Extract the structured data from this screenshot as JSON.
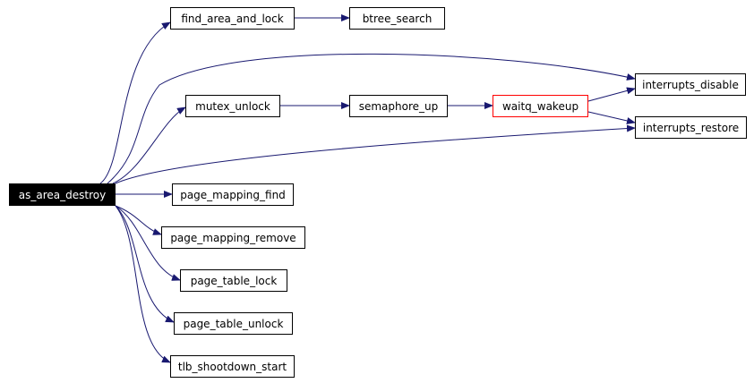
{
  "nodes": {
    "as_area_destroy": "as_area_destroy",
    "find_area_and_lock": "find_area_and_lock",
    "btree_search": "btree_search",
    "interrupts_disable": "interrupts_disable",
    "mutex_unlock": "mutex_unlock",
    "semaphore_up": "semaphore_up",
    "waitq_wakeup": "waitq_wakeup",
    "interrupts_restore": "interrupts_restore",
    "page_mapping_find": "page_mapping_find",
    "page_mapping_remove": "page_mapping_remove",
    "page_table_lock": "page_table_lock",
    "page_table_unlock": "page_table_unlock",
    "tlb_shootdown_start": "tlb_shootdown_start"
  },
  "colors": {
    "edge": "#191970",
    "root_fill": "#000000",
    "highlight_border": "#ff0000"
  },
  "edges": [
    [
      "as_area_destroy",
      "find_area_and_lock"
    ],
    [
      "as_area_destroy",
      "interrupts_disable"
    ],
    [
      "as_area_destroy",
      "mutex_unlock"
    ],
    [
      "as_area_destroy",
      "interrupts_restore"
    ],
    [
      "as_area_destroy",
      "page_mapping_find"
    ],
    [
      "as_area_destroy",
      "page_mapping_remove"
    ],
    [
      "as_area_destroy",
      "page_table_lock"
    ],
    [
      "as_area_destroy",
      "page_table_unlock"
    ],
    [
      "as_area_destroy",
      "tlb_shootdown_start"
    ],
    [
      "find_area_and_lock",
      "btree_search"
    ],
    [
      "mutex_unlock",
      "semaphore_up"
    ],
    [
      "semaphore_up",
      "waitq_wakeup"
    ],
    [
      "waitq_wakeup",
      "interrupts_disable"
    ],
    [
      "waitq_wakeup",
      "interrupts_restore"
    ]
  ]
}
